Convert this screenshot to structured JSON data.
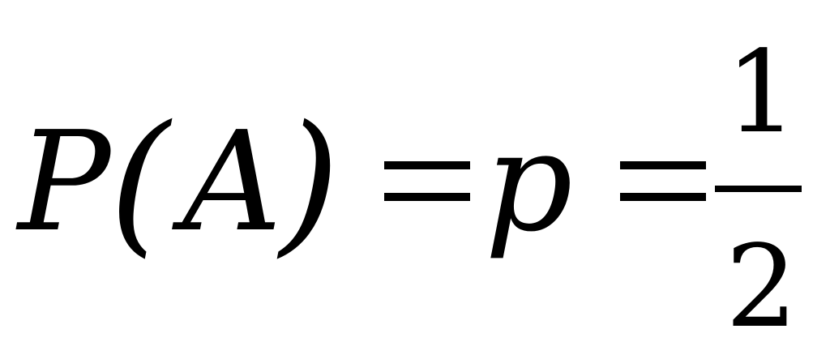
{
  "formula": {
    "function_name": "P",
    "open_paren": "(",
    "event": "A",
    "close_paren": ")",
    "equals_1": "=",
    "probability_symbol": "p",
    "equals_2": "=",
    "numerator": "1",
    "denominator": "2"
  }
}
